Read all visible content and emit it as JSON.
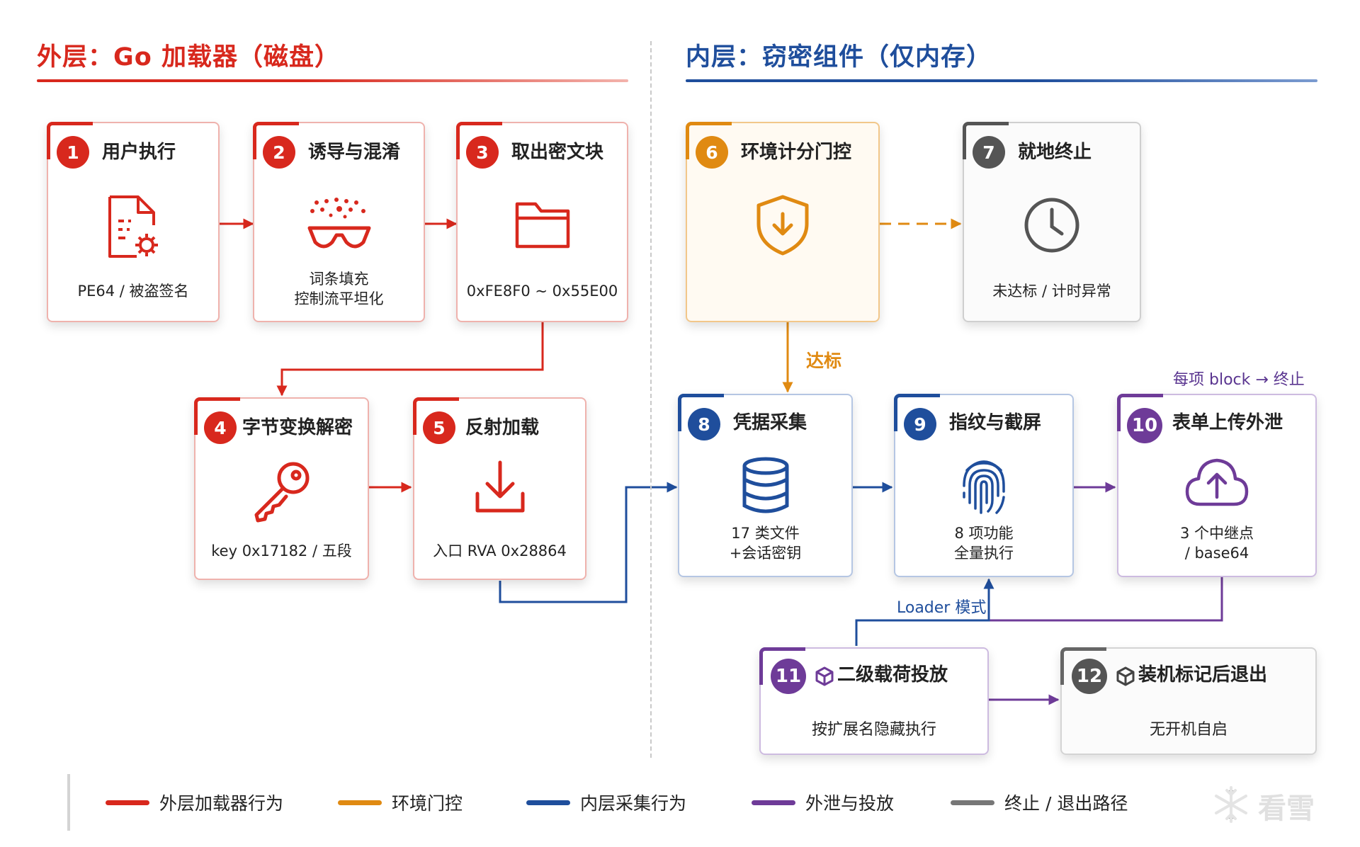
{
  "outer": {
    "title": "外层：Go 加载器（磁盘）"
  },
  "inner": {
    "title": "内层：窃密组件（仅内存）"
  },
  "colors": {
    "red": "#d8281d",
    "orange": "#e08a12",
    "blue": "#1f4e9c",
    "purple": "#6e3b98",
    "gray": "#555555"
  },
  "cards": [
    {
      "num": "1",
      "title": "用户执行",
      "icon": "file-gear-icon",
      "lines": [
        "PE64 / 被盗签名"
      ]
    },
    {
      "num": "2",
      "title": "诱导与混淆",
      "icon": "disguise-mask-icon",
      "lines": [
        "词条填充",
        "控制流平坦化"
      ]
    },
    {
      "num": "3",
      "title": "取出密文块",
      "icon": "folder-icon",
      "lines": [
        "0xFE8F0 ~ 0x55E00"
      ]
    },
    {
      "num": "4",
      "title": "字节变换解密",
      "icon": "key-icon",
      "lines": [
        "key 0x17182 / 五段"
      ]
    },
    {
      "num": "5",
      "title": "反射加载",
      "icon": "download-icon",
      "lines": [
        "入口 RVA 0x28864"
      ]
    },
    {
      "num": "6",
      "title": "环境计分门控",
      "icon": "shield-icon",
      "lines": []
    },
    {
      "num": "7",
      "title": "就地终止",
      "icon": "clock-icon",
      "lines": [
        "未达标 / 计时异常"
      ]
    },
    {
      "num": "8",
      "title": "凭据采集",
      "icon": "database-icon",
      "lines": [
        "17 类文件",
        "+会话密钥"
      ]
    },
    {
      "num": "9",
      "title": "指纹与截屏",
      "icon": "fingerprint-icon",
      "lines": [
        "8 项功能",
        "全量执行"
      ]
    },
    {
      "num": "10",
      "title": "表单上传外泄",
      "icon": "cloud-upload-icon",
      "lines": [
        "3 个中继点",
        "/ base64"
      ]
    },
    {
      "num": "11",
      "title": "二级载荷投放",
      "icon": "package-icon",
      "lines": [
        "按扩展名隐藏执行"
      ]
    },
    {
      "num": "12",
      "title": "装机标记后退出",
      "icon": "package-icon",
      "lines": [
        "无开机自启"
      ]
    }
  ],
  "labels": {
    "pass": "达标",
    "each_block": "每项 block → 终止",
    "loader_mode": "Loader 模式"
  },
  "legend": [
    {
      "label": "外层加载器行为",
      "color": "#d8281d"
    },
    {
      "label": "环境门控",
      "color": "#e08a12"
    },
    {
      "label": "内层采集行为",
      "color": "#1f4e9c"
    },
    {
      "label": "外泄与投放",
      "color": "#6e3b98"
    },
    {
      "label": "终止 / 退出路径",
      "color": "#777777"
    }
  ],
  "watermark": "看雪"
}
